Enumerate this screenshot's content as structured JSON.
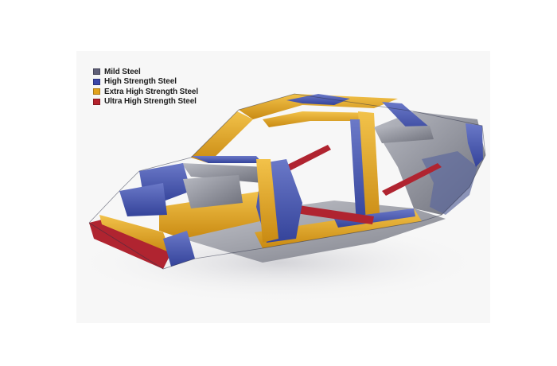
{
  "legend": {
    "items": [
      {
        "label": "Mild Steel",
        "color": "#5f5f78"
      },
      {
        "label": "High Strength Steel",
        "color": "#3b46a8"
      },
      {
        "label": "Extra High Strength Steel",
        "color": "#e2a21c"
      },
      {
        "label": "Ultra High Strength Steel",
        "color": "#b5222c"
      }
    ]
  },
  "colors": {
    "mild": "#8d8f98",
    "high": "#4a5bb5",
    "extra": "#e3a51e",
    "ultra": "#b02430"
  }
}
